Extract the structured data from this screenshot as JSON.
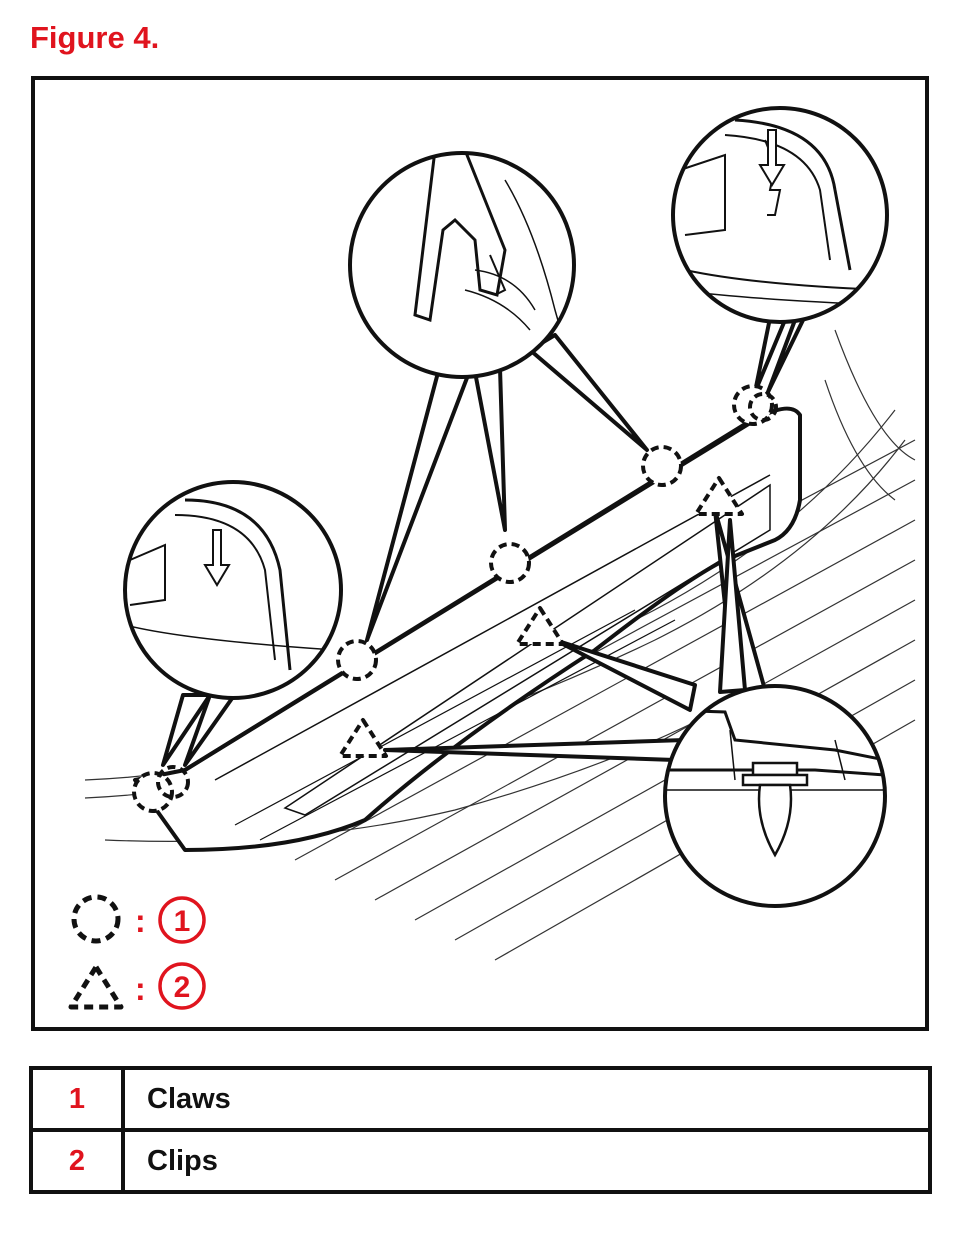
{
  "figure": {
    "title": "Figure 4.",
    "legend": [
      {
        "symbol": "dashed-circle",
        "number": "1"
      },
      {
        "symbol": "dashed-triangle",
        "number": "2"
      }
    ]
  },
  "table": {
    "rows": [
      {
        "number": "1",
        "description": "Claws"
      },
      {
        "number": "2",
        "description": "Clips"
      }
    ]
  },
  "colors": {
    "accent": "#e0141e",
    "line": "#111111"
  }
}
